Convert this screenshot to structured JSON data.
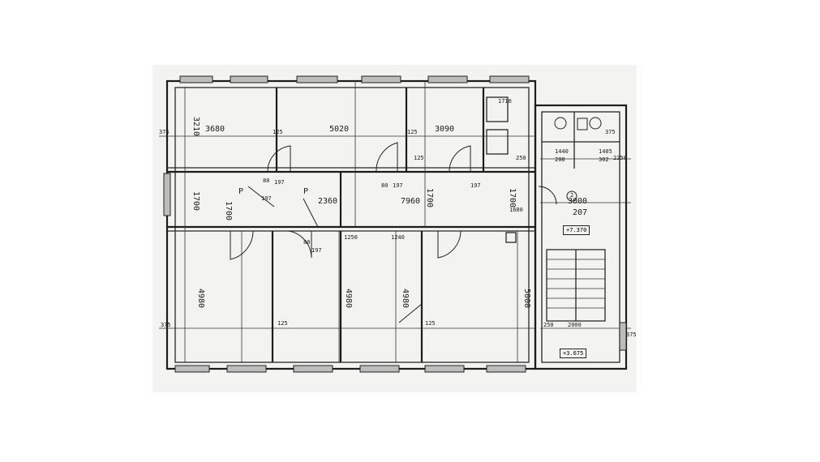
{
  "plan": {
    "dimensions": {
      "room_width_1": "3680",
      "room_width_2": "5020",
      "room_width_3": "3090",
      "room_depth_top": "3210",
      "corridor_width": "1700",
      "corridor_width_b": "1700",
      "corridor_width_c": "1700",
      "corridor_width_d": "1700",
      "corridor_len_a": "2360",
      "corridor_len_b": "7960",
      "stair_width": "3000",
      "stair_run": "2000",
      "room_depth_bottom_1": "4980",
      "room_depth_bottom_2": "4980",
      "room_depth_bottom_3": "4980",
      "room_depth_bottom_4": "5000",
      "wall_375_a": "375",
      "wall_375_b": "375",
      "wall_375_c": "375",
      "wall_375_d": "375",
      "wall_125_a": "125",
      "wall_125_b": "125",
      "wall_125_c": "125",
      "wall_125_d": "125",
      "wall_125_e": "125",
      "wall_250_a": "250",
      "wall_250_b": "250",
      "opening_1250": "1250",
      "opening_1240": "1240",
      "door_80_a": "80",
      "door_80_b": "80",
      "door_80_c": "80",
      "door_197_a": "197",
      "door_197_b": "197",
      "door_197_c": "197",
      "door_197_d": "197",
      "door_197_e": "197",
      "niche_1710": "1710",
      "niche_1600": "1600",
      "wc_1440": "1440",
      "wc_1405": "1405",
      "small_2250": "2250"
    },
    "room_numbers": {
      "stair": "207",
      "wc_left": "208",
      "wc_right": "302"
    },
    "levels": {
      "upper": "+7.370",
      "lower": "+3.675"
    },
    "marks": {
      "p1": "P",
      "p2": "P",
      "circle_num": "2"
    }
  }
}
